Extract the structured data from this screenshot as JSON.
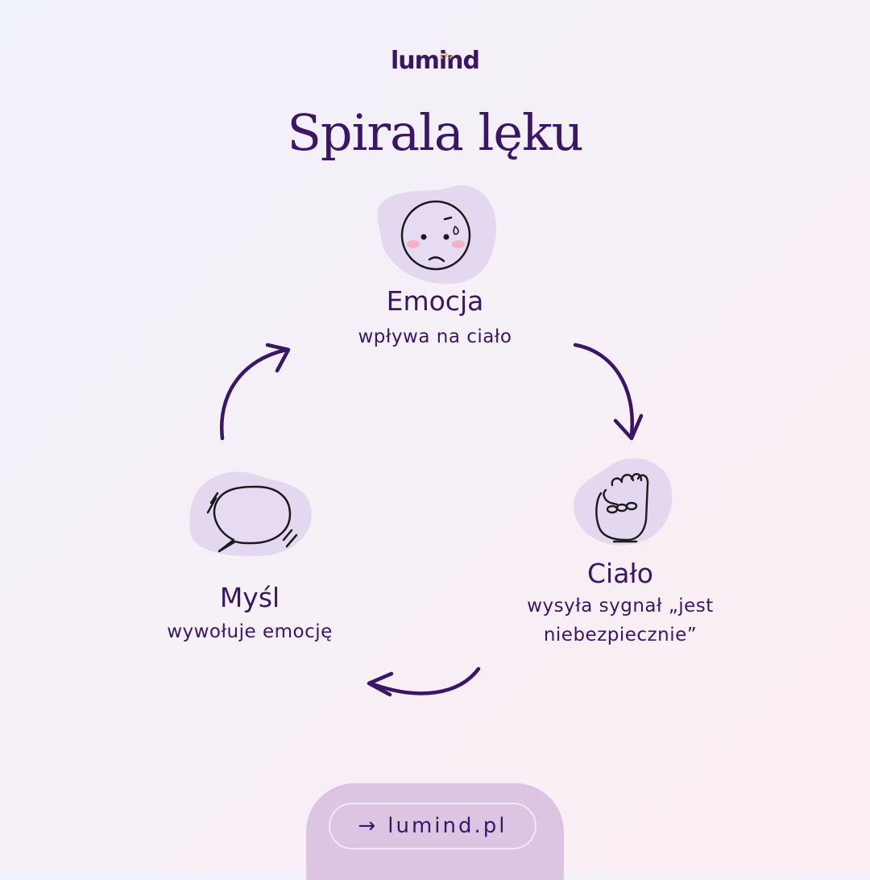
{
  "brand": {
    "logo_text": "lumind"
  },
  "title": "Spirala lęku",
  "nodes": {
    "emocja": {
      "label": "Emocja",
      "desc": "wpływa na ciało"
    },
    "cialo": {
      "label": "Ciało",
      "desc_line1": "wysyła sygnał „jest",
      "desc_line2": "niebezpiecznie”"
    },
    "mysl": {
      "label": "Myśl",
      "desc": "wywołuje emocję"
    }
  },
  "icons": {
    "emocja": "anxious-face-icon",
    "cialo": "clenched-fist-icon",
    "mysl": "speech-bubble-icon"
  },
  "cta": {
    "arrow": "→",
    "text": "lumind.pl"
  },
  "colors": {
    "primary": "#3b1566",
    "blob": "#e4d7f0",
    "cheek": "#f4b3c4",
    "cta_bg": "#dcc4e3"
  }
}
